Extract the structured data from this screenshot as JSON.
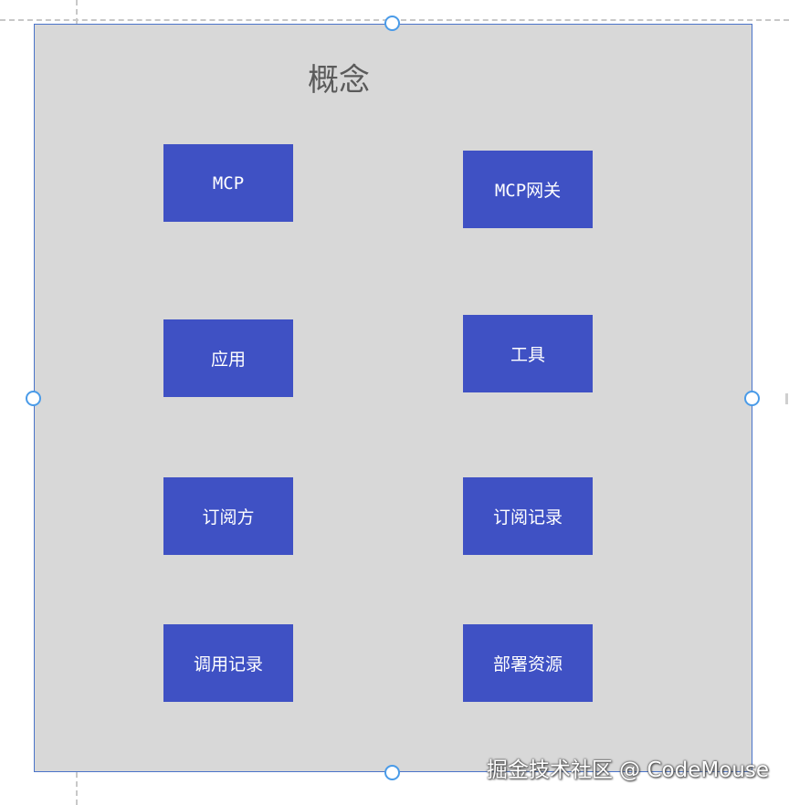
{
  "diagram": {
    "title": "概念",
    "boxes": [
      {
        "id": "mcp",
        "label": "MCP"
      },
      {
        "id": "mcp-gateway",
        "label": "MCP网关"
      },
      {
        "id": "application",
        "label": "应用"
      },
      {
        "id": "tool",
        "label": "工具"
      },
      {
        "id": "subscriber",
        "label": "订阅方"
      },
      {
        "id": "subscription-record",
        "label": "订阅记录"
      },
      {
        "id": "call-record",
        "label": "调用记录"
      },
      {
        "id": "deployment-resource",
        "label": "部署资源"
      }
    ]
  },
  "colors": {
    "box_fill": "#3f51c4",
    "container_fill": "#d8d8d8",
    "container_border": "#4a73c9",
    "handle_border": "#4a9be8"
  },
  "watermark": {
    "text": "掘金技术社区 @ CodeMouse"
  }
}
